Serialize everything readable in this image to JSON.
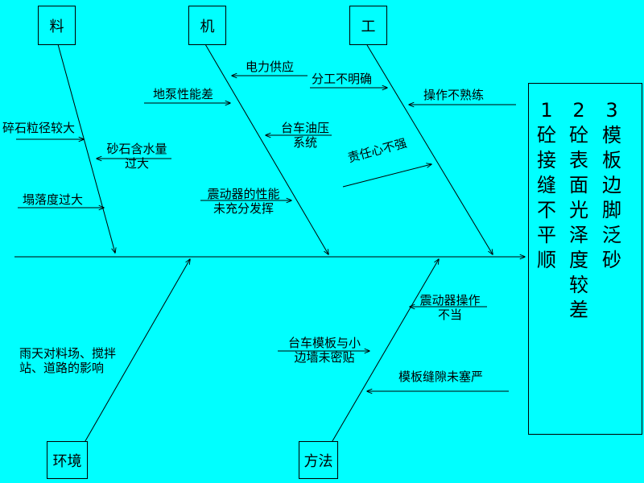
{
  "categories": {
    "material": "料",
    "machine": "机",
    "labor": "工",
    "environment": "环境",
    "method": "方法"
  },
  "causes": {
    "material_1": "碎石粒径较大",
    "material_2": "砂石含水量\n过大",
    "material_3": "塌落度过大",
    "machine_1": "地泵性能差",
    "machine_2": "电力供应",
    "machine_3": "台车油压\n系统",
    "machine_4": "震动器的性能\n未充分发挥",
    "labor_1": "分工不明确",
    "labor_2": "操作不熟练",
    "labor_3": "责任心不强",
    "environment_1": "雨天对料场、搅拌\n站、道路的影响",
    "method_1": "震动器操作\n不当",
    "method_2": "台车模板与小\n边墙未密贴",
    "method_3": "模板缝隙未塞严"
  },
  "effects": [
    {
      "number": "1",
      "text": "砼接缝不平顺"
    },
    {
      "number": "2",
      "text": "砼表面光泽度较差"
    },
    {
      "number": "3",
      "text": "模板边脚泛砂"
    }
  ]
}
